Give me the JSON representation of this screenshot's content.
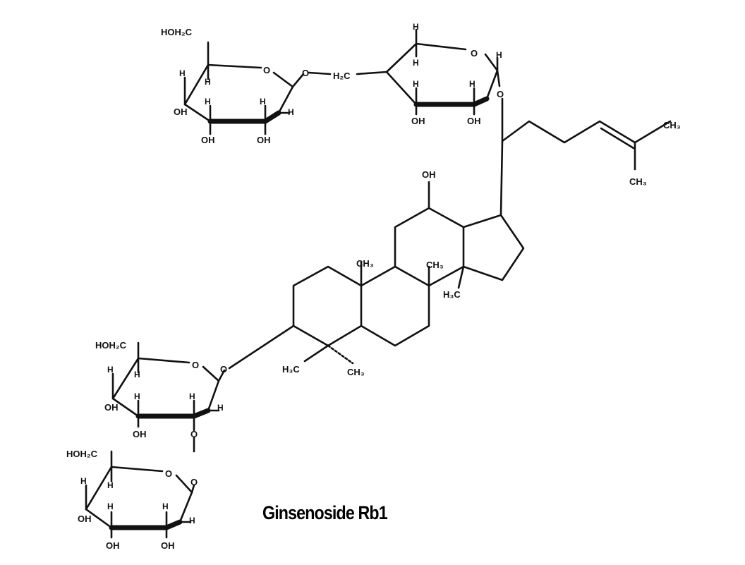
{
  "caption": "Ginsenoside Rb1",
  "labels": {
    "hoh2c": "HOH₂C",
    "h2c": "H₂C",
    "o": "O",
    "h": "H",
    "oh": "OH",
    "ch3": "CH₃",
    "h3c": "H₃C"
  }
}
